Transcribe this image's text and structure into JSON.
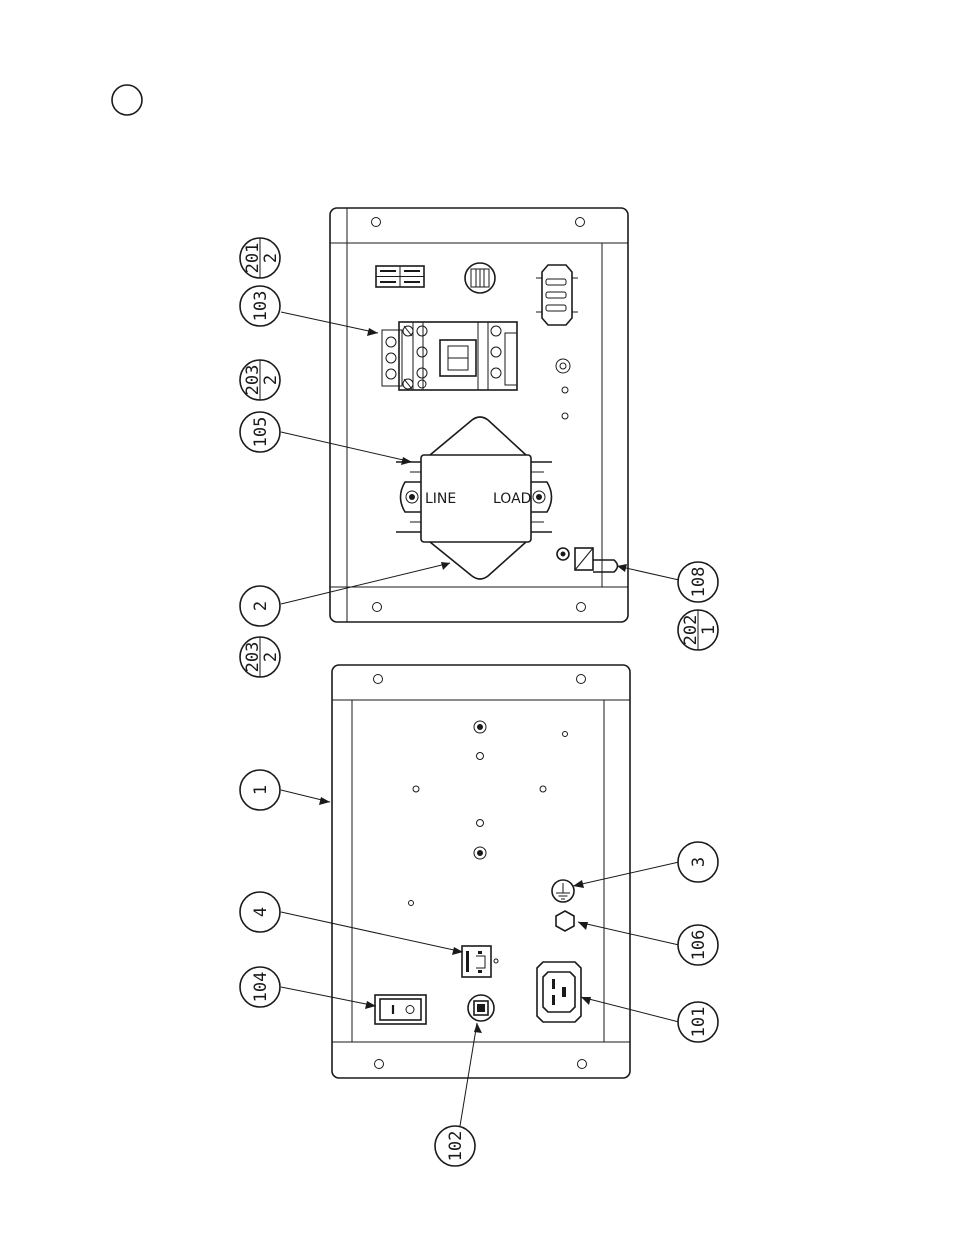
{
  "callouts": {
    "c201": "201",
    "c201_qty": "2",
    "c103": "103",
    "c203a": "203",
    "c203a_qty": "2",
    "c105": "105",
    "c2": "2",
    "c203b": "203",
    "c203b_qty": "2",
    "c108": "108",
    "c202": "202",
    "c202_qty": "1",
    "c1": "1",
    "c4": "4",
    "c104": "104",
    "c3": "3",
    "c106": "106",
    "c101": "101",
    "c102": "102"
  },
  "filter_labels": {
    "line": "LINE",
    "load": "LOAD"
  }
}
